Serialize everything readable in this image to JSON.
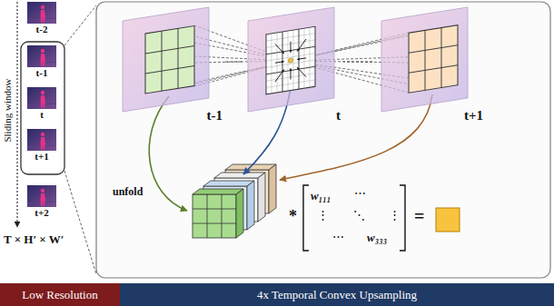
{
  "diagram": {
    "nodes": [
      {
        "text": [
          "t-2"
        ]
      },
      {
        "text": [
          "t-1"
        ]
      },
      {
        "text": [
          "t"
        ]
      },
      {
        "text": [
          "t+1"
        ]
      },
      {
        "text": [
          "t+2"
        ]
      },
      {
        "text": [
          "t-1"
        ]
      },
      {
        "text": [
          "t"
        ]
      },
      {
        "text": [
          "t+1"
        ]
      },
      {
        "text": [
          "Low Resolution"
        ]
      },
      {
        "text": [
          "4x Temporal Convex Upsampling"
        ]
      }
    ],
    "edges": [
      {
        "from": 5,
        "to": 6,
        "arrow": "none"
      },
      {
        "from": 7,
        "to": 6,
        "arrow": "none"
      }
    ],
    "labels": [
      "Sliding window",
      "T × H′ × W′",
      "unfold",
      "*",
      "w₁₁₁",
      "⋯",
      "⋮",
      "⋱",
      "⋮",
      "⋯",
      "w₃₃₃",
      "="
    ]
  }
}
